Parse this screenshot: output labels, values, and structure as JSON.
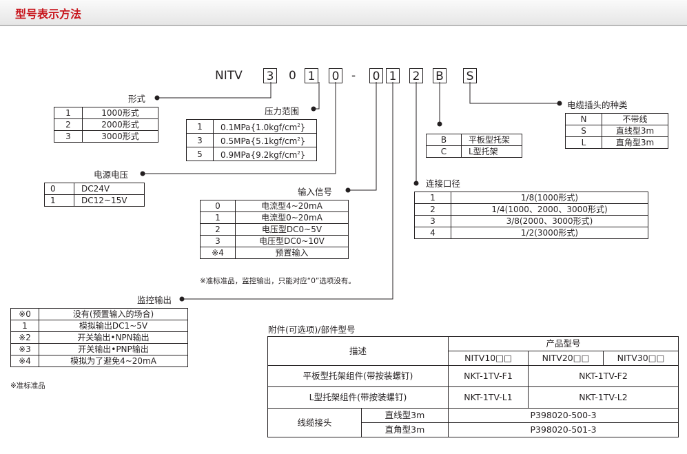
{
  "section_title": "型号表示方法",
  "model": {
    "prefix": "NITV",
    "seg1": "3",
    "seg2": "0",
    "seg3": "1",
    "seg4": "0",
    "dash": "-",
    "seg5": "0",
    "seg6": "1",
    "seg7": "2",
    "seg8": "B",
    "seg9": "S"
  },
  "form": {
    "label": "形式",
    "rows": [
      {
        "code": "1",
        "desc": "1000形式"
      },
      {
        "code": "2",
        "desc": "2000形式"
      },
      {
        "code": "3",
        "desc": "3000形式"
      }
    ]
  },
  "pressure": {
    "label": "压力范围",
    "rows": [
      {
        "code": "1",
        "desc": "0.1MPa{1.0kgf/cm",
        "unit_sup": "2",
        "tail": "}"
      },
      {
        "code": "3",
        "desc": "0.5MPa{5.1kgf/cm",
        "unit_sup": "2",
        "tail": "}"
      },
      {
        "code": "5",
        "desc": "0.9MPa{9.2kgf/cm",
        "unit_sup": "2",
        "tail": "}"
      }
    ]
  },
  "power": {
    "label": "电源电压",
    "rows": [
      {
        "code": "0",
        "desc": "DC24V"
      },
      {
        "code": "1",
        "desc": "DC12~15V"
      }
    ]
  },
  "input_signal": {
    "label": "输入信号",
    "rows": [
      {
        "code": "0",
        "desc": "电流型4~20mA"
      },
      {
        "code": "1",
        "desc": "电流型0~20mA"
      },
      {
        "code": "2",
        "desc": "电压型DC0~5V"
      },
      {
        "code": "3",
        "desc": "电压型DC0~10V"
      },
      {
        "code": "※4",
        "desc": "预置输入"
      }
    ],
    "note": "※准标准品，监控输出，只能对应“0”选项没有。"
  },
  "monitor": {
    "label": "监控输出",
    "rows": [
      {
        "code": "※0",
        "desc": "没有(预置输入的场合)"
      },
      {
        "code": "1",
        "desc": "模拟输出DC1~5V"
      },
      {
        "code": "※2",
        "desc": "开关输出•NPN输出"
      },
      {
        "code": "※3",
        "desc": "开关输出•PNP输出"
      },
      {
        "code": "※4",
        "desc": "模拟为了避免4~20mA"
      }
    ],
    "note": "※准标准品"
  },
  "bracket": {
    "rows": [
      {
        "code": "B",
        "desc": "平板型托架"
      },
      {
        "code": "C",
        "desc": "L型托架"
      }
    ]
  },
  "cable": {
    "label": "电缆插头的种类",
    "rows": [
      {
        "code": "N",
        "desc": "不带线"
      },
      {
        "code": "S",
        "desc": "直线型3m"
      },
      {
        "code": "L",
        "desc": "直角型3m"
      }
    ]
  },
  "port": {
    "label": "连接口径",
    "rows": [
      {
        "code": "1",
        "desc": "1/8(1000形式)"
      },
      {
        "code": "2",
        "desc": "1/4(1000、2000、3000形式)"
      },
      {
        "code": "3",
        "desc": "3/8(2000、3000形式)"
      },
      {
        "code": "4",
        "desc": "1/2(3000形式)"
      }
    ]
  },
  "accessories": {
    "title": "附件(可选项)/部件型号",
    "desc_header": "描述",
    "model_header": "产品型号",
    "models": [
      "NITV10□□",
      "NITV20□□",
      "NITV30□□"
    ],
    "flat_bracket": {
      "name": "平板型托架组件(带按装螺钉)",
      "v1": "NKT-1TV-F1",
      "v2": "NKT-1TV-F2"
    },
    "l_bracket": {
      "name": "L型托架组件(带按装螺钉)",
      "v1": "NKT-1TV-L1",
      "v2": "NKT-1TV-L2"
    },
    "cable": {
      "name": "线缆接头",
      "straight": "直线型3m",
      "straight_pn": "P398020-500-3",
      "angle": "直角型3m",
      "angle_pn": "P398020-501-3"
    }
  }
}
